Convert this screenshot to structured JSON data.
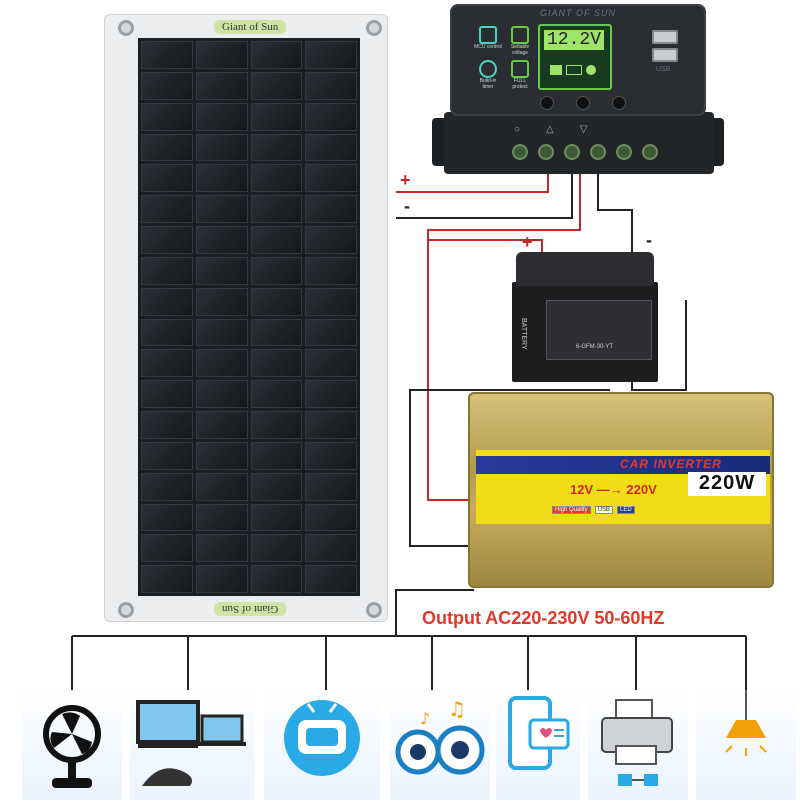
{
  "panel": {
    "brand_top": "Giant of Sun",
    "brand_bottom": "Giant of Sun"
  },
  "controller": {
    "brand": "GIANT OF SUN",
    "lcd_value": "12.2V",
    "left_icons": [
      {
        "name": "mcu-control-icon",
        "label": "MCU control"
      },
      {
        "name": "settings-icon",
        "label": "Settable voltage"
      },
      {
        "name": "clock-icon",
        "label": "Build-in timer"
      },
      {
        "name": "lock-icon",
        "label": "FULL protect"
      }
    ],
    "usb_label": "USB",
    "button_symbols": [
      "○",
      "△",
      "▽"
    ]
  },
  "wire_signs": {
    "panel_plus": "+",
    "panel_minus": "-",
    "battery_plus": "+",
    "battery_minus": "-"
  },
  "battery": {
    "brand": "BATTERY",
    "model": "6-GFM-30-YT"
  },
  "inverter": {
    "title": "CAR INVERTER",
    "voltage_from": "12V",
    "voltage_to": "220V",
    "power": "220W",
    "features": [
      "High Quality",
      "USB",
      "LED"
    ]
  },
  "output_label": "Output  AC220-230V 50-60HZ",
  "devices": [
    {
      "name": "fan-icon"
    },
    {
      "name": "computer-icon"
    },
    {
      "name": "tv-icon"
    },
    {
      "name": "speaker-icon"
    },
    {
      "name": "phone-icon"
    },
    {
      "name": "printer-icon"
    },
    {
      "name": "lamp-icon"
    }
  ],
  "colors": {
    "plus": "#c62828",
    "minus": "#222222",
    "output": "#e0392b",
    "accent": "#4fd1c5"
  }
}
